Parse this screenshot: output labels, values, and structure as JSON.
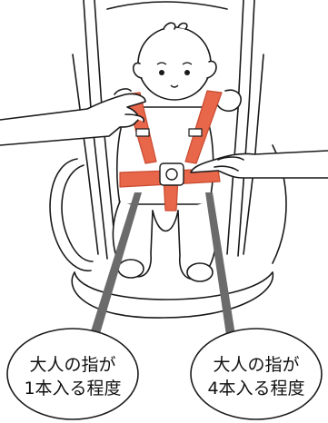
{
  "colors": {
    "harness": "#e8674a",
    "harness_dark": "#c84a30",
    "outline": "#1a1a1a",
    "pointer": "#6b6b6b",
    "background": "#ffffff"
  },
  "callouts": [
    {
      "line1": "大人の指が",
      "line2": "1本入る程度"
    },
    {
      "line1": "大人の指が",
      "line2": "4本入る程度"
    }
  ]
}
